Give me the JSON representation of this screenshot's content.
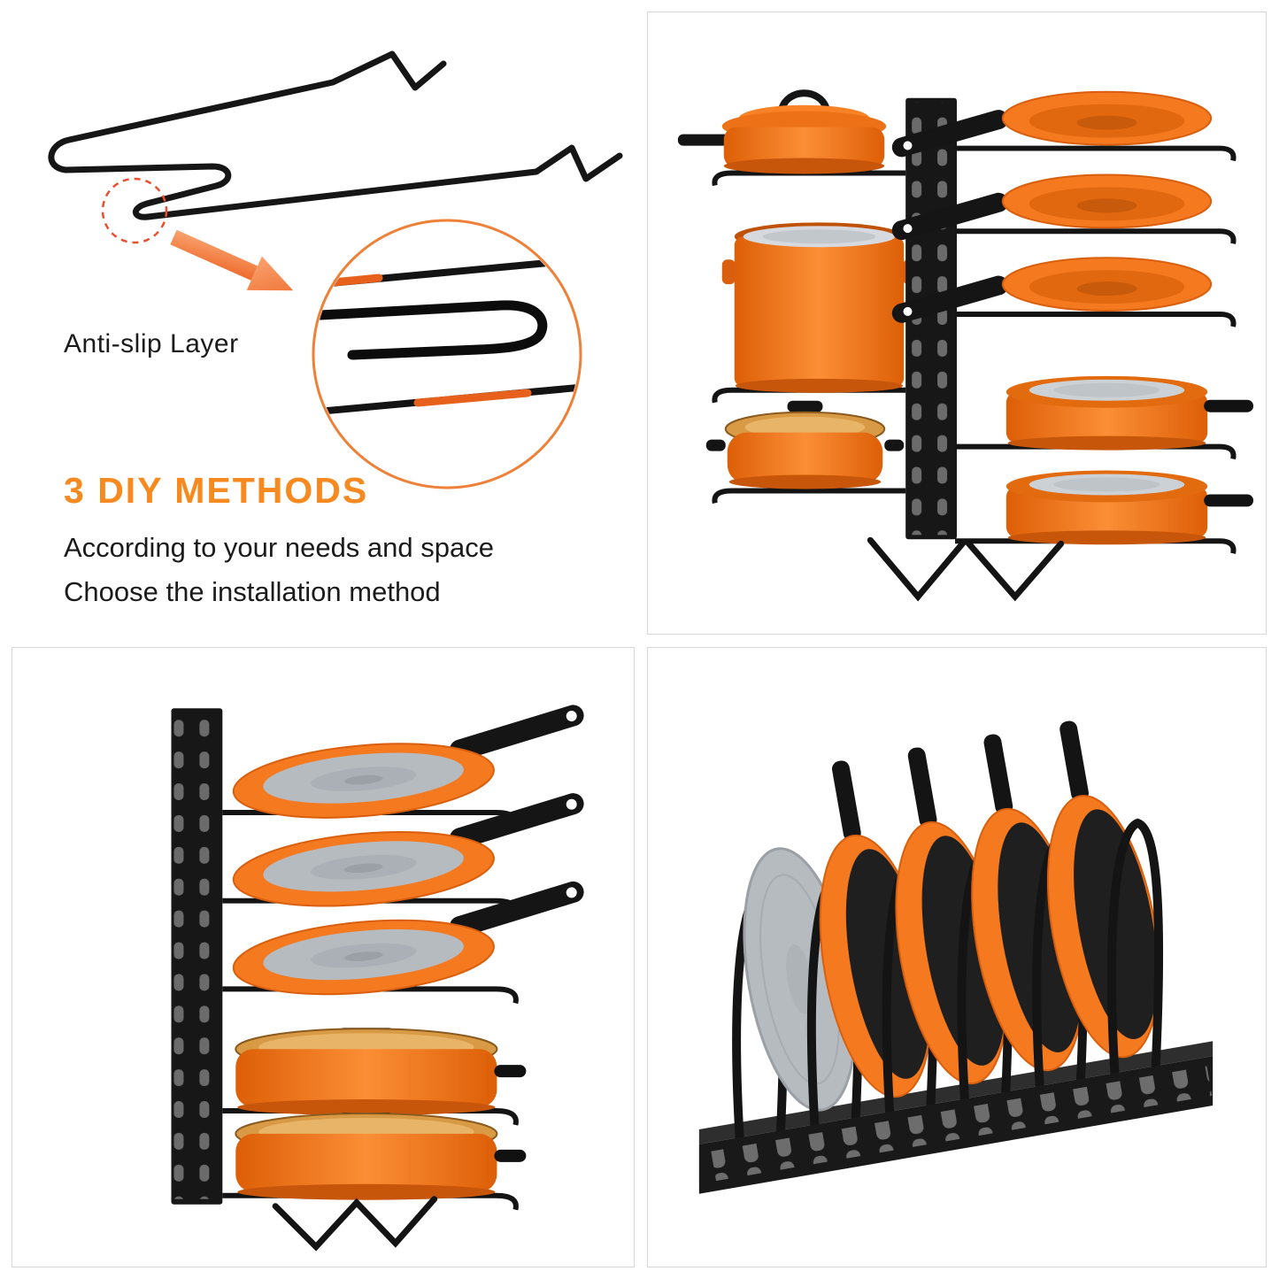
{
  "info_panel": {
    "callout_label": "Anti-slip Layer",
    "heading": "3 DIY METHODS",
    "line1": "According to your needs and space",
    "line2": "Choose the installation method"
  },
  "colors": {
    "accent_orange": "#F6891F",
    "product_orange": "#F5791F",
    "wire_black": "#161616",
    "panel_border": "#d6d6d6",
    "callout_dashed_circle": "#E8502F",
    "glass_amber": "#D99A45"
  },
  "icons": {
    "wire_hook": "pan-support-wire-hook-illustration",
    "magnifier": "anti-slip-layer-zoom-circle",
    "arrow": "zoom-callout-arrow"
  }
}
